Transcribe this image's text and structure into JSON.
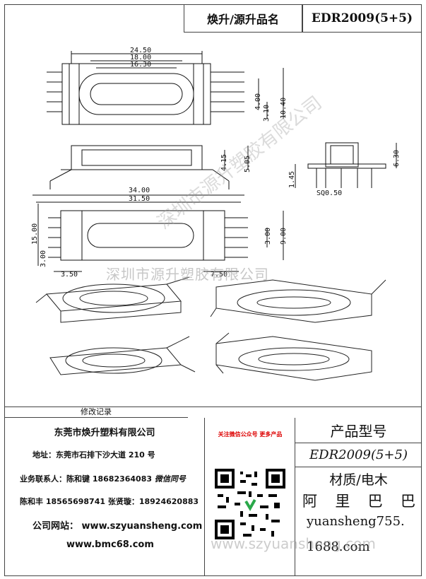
{
  "header": {
    "product_name_label": "焕升/源升品名",
    "model": "EDR2009(5+5)"
  },
  "dimensions": {
    "top_view": {
      "a": "24.50",
      "b": "18.00",
      "c": "16.30",
      "d": "4.00",
      "e": "10.40",
      "f": "3.10"
    },
    "front_view": {
      "g": "4.15",
      "h": "5.05"
    },
    "side_view": {
      "i": "6.30",
      "j": "1.45",
      "pin": "SQ0.50"
    },
    "bottom_view": {
      "k": "34.00",
      "l": "31.50",
      "m": "15.00",
      "n": "9.00",
      "o": "3.00",
      "p": "3.00",
      "q": "3.50",
      "r": "7.50"
    }
  },
  "watermarks": {
    "main": "深圳市源升塑胶有限公司",
    "footer": "www.szyuansheng.com"
  },
  "revision_label": "修改记录",
  "footer": {
    "company": "东莞市焕升塑料有限公司",
    "address_label": "地址：东莞市石排下沙大道 210 号",
    "contact_1": "业务联系人：陈和键 18682364083",
    "contact_1_note": "微信同号",
    "contact_2": "陈和丰  18565698741  张贤璇：18924620883",
    "website_label": "公司网站：",
    "website": "www.szyuansheng.com",
    "website_2": "www.bmc68.com",
    "wechat_note": "关注微信公众号  更多产品",
    "product_type_label": "产品型号",
    "product_type_value": "EDR2009(5+5)",
    "material": "材质/电木",
    "alibaba_chars": [
      "阿",
      "里",
      "巴",
      "巴"
    ],
    "shop_line_1": "yuansheng755.",
    "shop_line_2": "1688.com"
  },
  "colors": {
    "line": "#111111",
    "frame": "#444444",
    "watermark": "#9a9a9a",
    "accent_red": "#dd0000"
  }
}
